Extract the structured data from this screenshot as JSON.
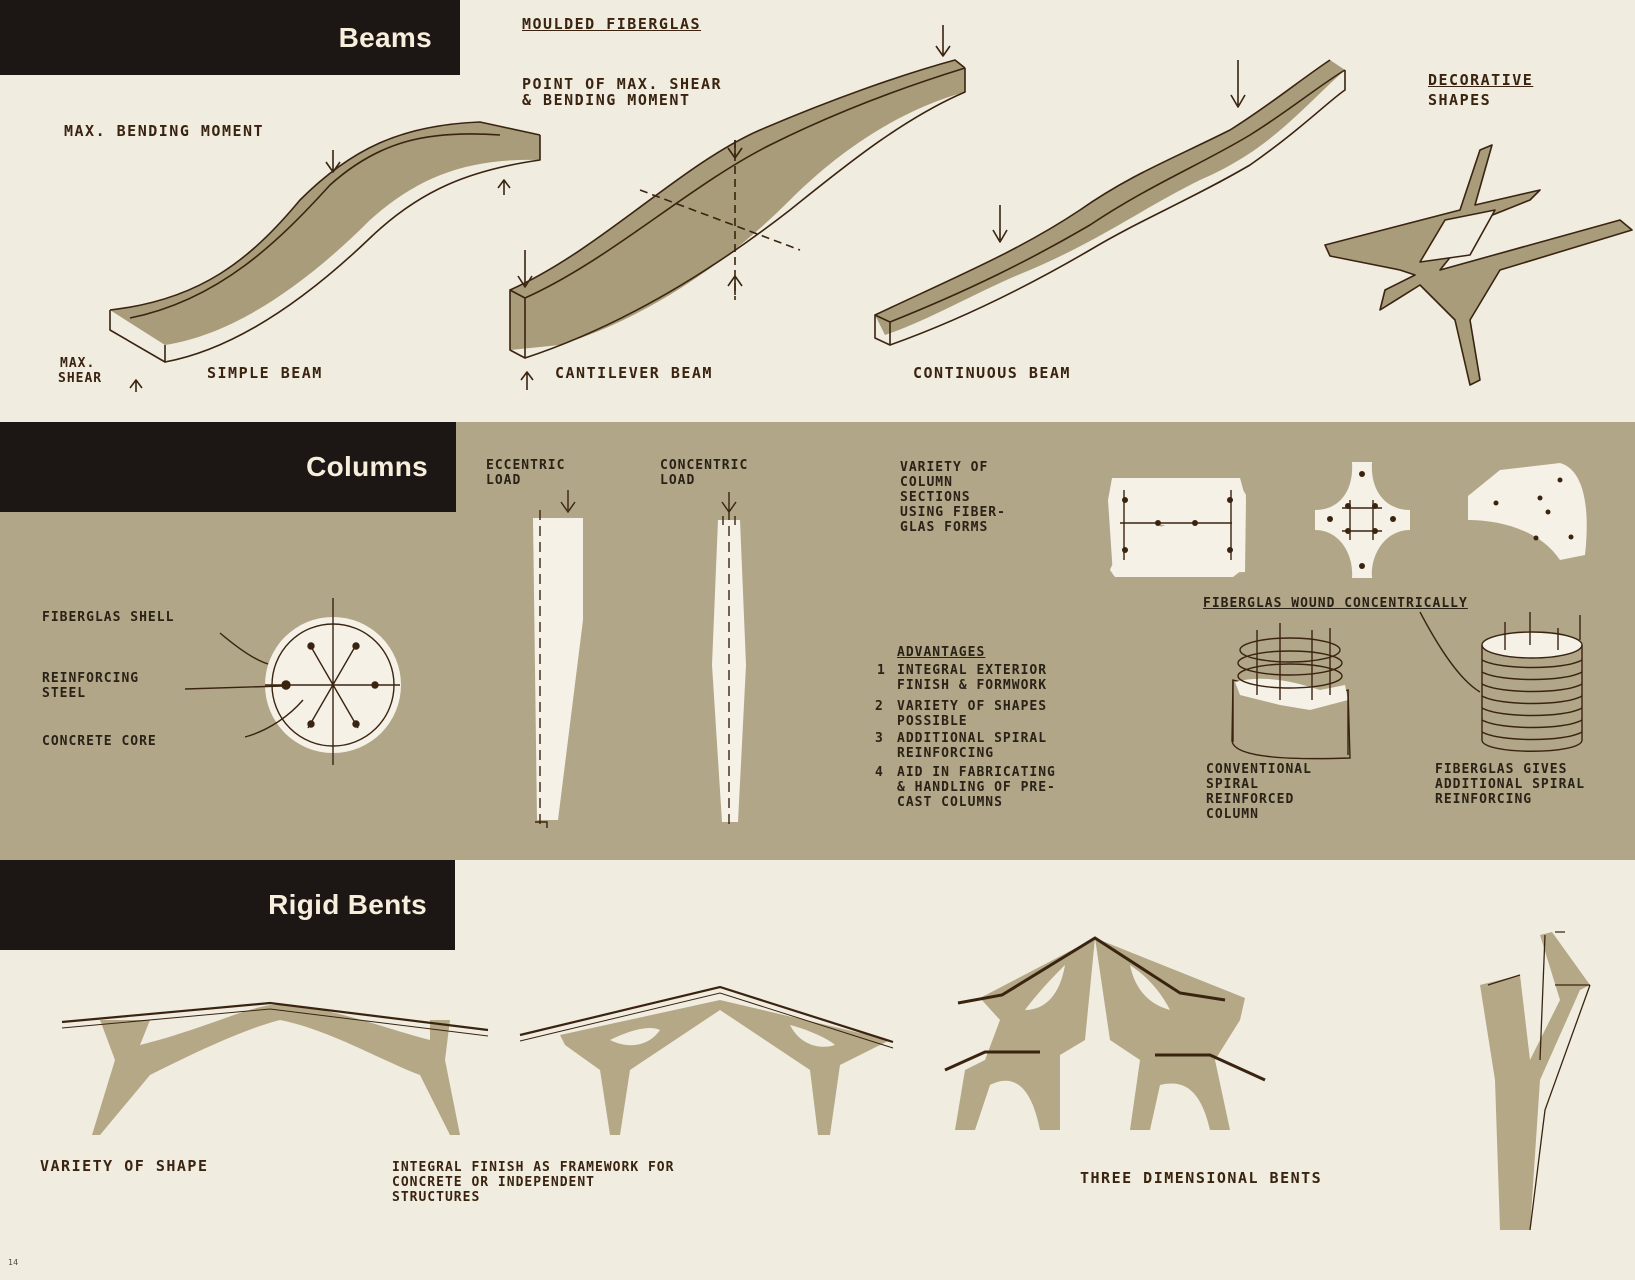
{
  "colors": {
    "paper": "#f0ece0",
    "tan_band": "#b1a688",
    "header_bar": "#1c1715",
    "header_text": "#f7efdc",
    "ink": "#3a2410",
    "fill_tan": "#a99c7a",
    "white_shape": "#f5f1e6"
  },
  "sections": {
    "beams": {
      "title": "Beams",
      "caption_top": "MOULDED FIBERGLAS",
      "labels": {
        "max_bending_moment": "MAX. BENDING MOMENT",
        "point_max_shear_line1": "POINT OF MAX. SHEAR",
        "point_max_shear_line2": "& BENDING MOMENT",
        "max_shear_line1": "MAX.",
        "max_shear_line2": "SHEAR",
        "decorative_line1": "DECORATIVE",
        "decorative_line2": "SHAPES"
      },
      "captions": {
        "simple": "SIMPLE BEAM",
        "cantilever": "CANTILEVER BEAM",
        "continuous": "CONTINUOUS BEAM"
      }
    },
    "columns": {
      "title": "Columns",
      "labels": {
        "eccentric_line1": "ECCENTRIC",
        "eccentric_line2": "LOAD",
        "concentric_line1": "CONCENTRIC",
        "concentric_line2": "LOAD",
        "variety": "VARIETY OF\nCOLUMN\nSECTIONS\nUSING FIBER-\nGLAS FORMS",
        "fiberglas_shell": "FIBERGLAS SHELL",
        "reinforcing_steel": "REINFORCING\nSTEEL",
        "concrete_core": "CONCRETE CORE",
        "wound": "FIBERGLAS WOUND CONCENTRICALLY",
        "conventional": "CONVENTIONAL\nSPIRAL\nREINFORCED\nCOLUMN",
        "fiberglas_gives": "FIBERGLAS GIVES\nADDITIONAL SPIRAL\nREINFORCING"
      },
      "advantages": {
        "title": "ADVANTAGES",
        "items": [
          {
            "num": "1",
            "text": "INTEGRAL EXTERIOR\nFINISH & FORMWORK"
          },
          {
            "num": "2",
            "text": "VARIETY OF SHAPES\nPOSSIBLE"
          },
          {
            "num": "3",
            "text": "ADDITIONAL SPIRAL\nREINFORCING"
          },
          {
            "num": "4",
            "text": "AID IN FABRICATING\n& HANDLING OF PRE-\nCAST COLUMNS"
          }
        ]
      }
    },
    "rigid_bents": {
      "title": "Rigid Bents",
      "captions": {
        "variety": "VARIETY OF SHAPE",
        "integral": "INTEGRAL FINISH AS FRAMEWORK FOR\nCONCRETE OR INDEPENDENT\nSTRUCTURES",
        "three_d": "THREE DIMENSIONAL BENTS"
      }
    }
  },
  "page_number": "14"
}
